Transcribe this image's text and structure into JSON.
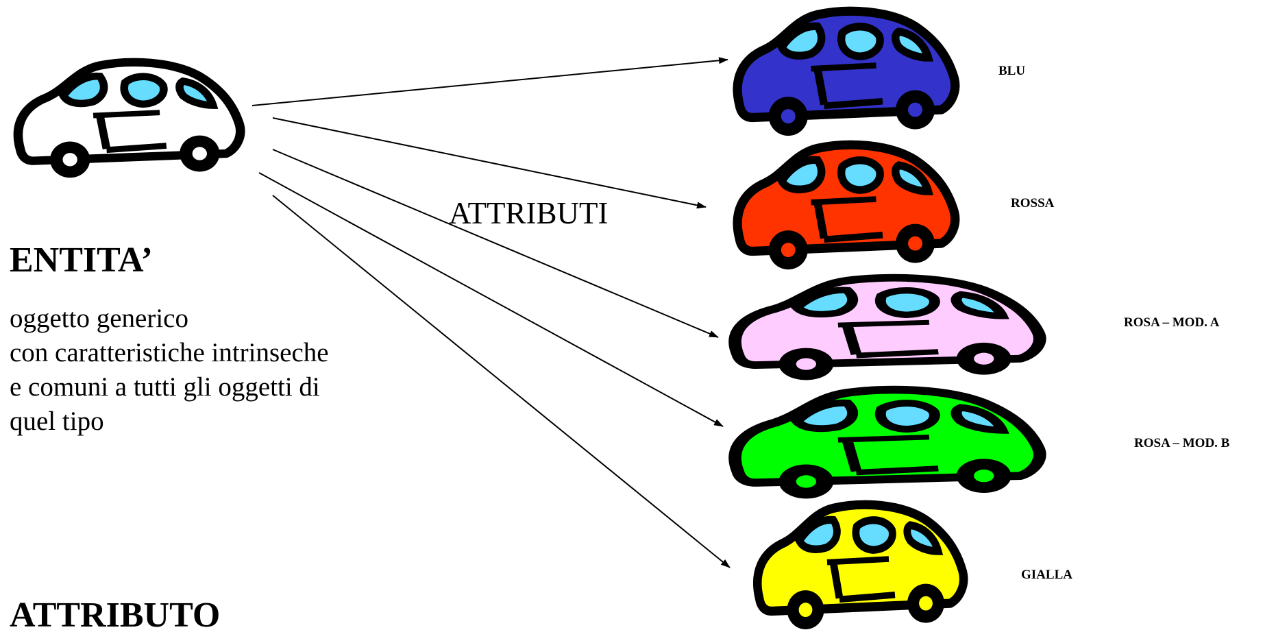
{
  "entity": {
    "title": "ENTITA’",
    "description_lines": [
      "oggetto generico",
      "con caratteristiche intrinseche",
      "e comuni a tutti gli oggetti di",
      "quel tipo"
    ]
  },
  "arrows_label": "ATTRIBUTI",
  "attribute_title": "ATTRIBUTO",
  "generic_car": {
    "icon": "car-icon",
    "body_color": "#ffffff"
  },
  "cars": [
    {
      "label": "BLU",
      "color": "#3333cc",
      "wheel_hub": "#3333cc"
    },
    {
      "label": "ROSSA",
      "color": "#ff3300",
      "wheel_hub": "#ff3300"
    },
    {
      "label": "ROSA – MOD. A",
      "color": "#ffccff",
      "wheel_hub": "#ffccff"
    },
    {
      "label": "ROSA – MOD. B",
      "color": "#00ff00",
      "wheel_hub": "#00ff00"
    },
    {
      "label": "GIALLA",
      "color": "#ffff00",
      "wheel_hub": "#ffff00"
    }
  ],
  "colors": {
    "window": "#66ddff",
    "outline": "#000000"
  }
}
